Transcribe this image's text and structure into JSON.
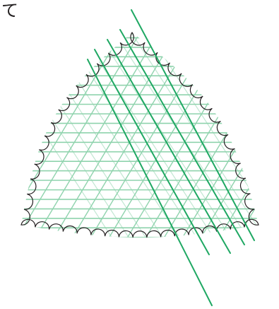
{
  "corner_text": "て",
  "colors": {
    "outline": "#231f20",
    "thread_light": "#8fd3ad",
    "thread_dark": "#1fa863",
    "background": "#ffffff"
  },
  "loom": {
    "shape": "rounded triangle with scalloped edge",
    "horizontal_thread_count": 26,
    "diagonal_thread_count": 23,
    "highlighted_thread_count": 5
  }
}
